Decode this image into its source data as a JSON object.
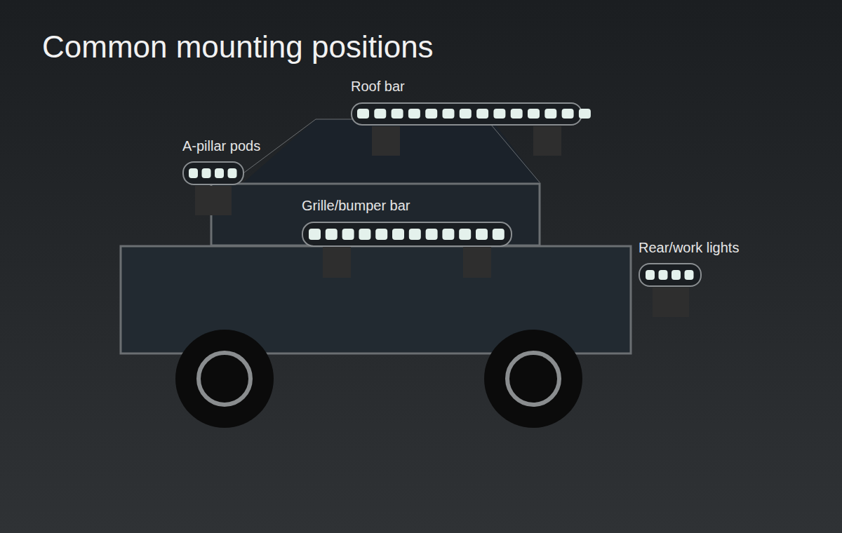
{
  "diagram": {
    "title": "Common mounting positions",
    "labels": [
      "Roof bar",
      "A-pillar pods",
      "Grille/bumper bar",
      "Rear/work lights"
    ]
  }
}
